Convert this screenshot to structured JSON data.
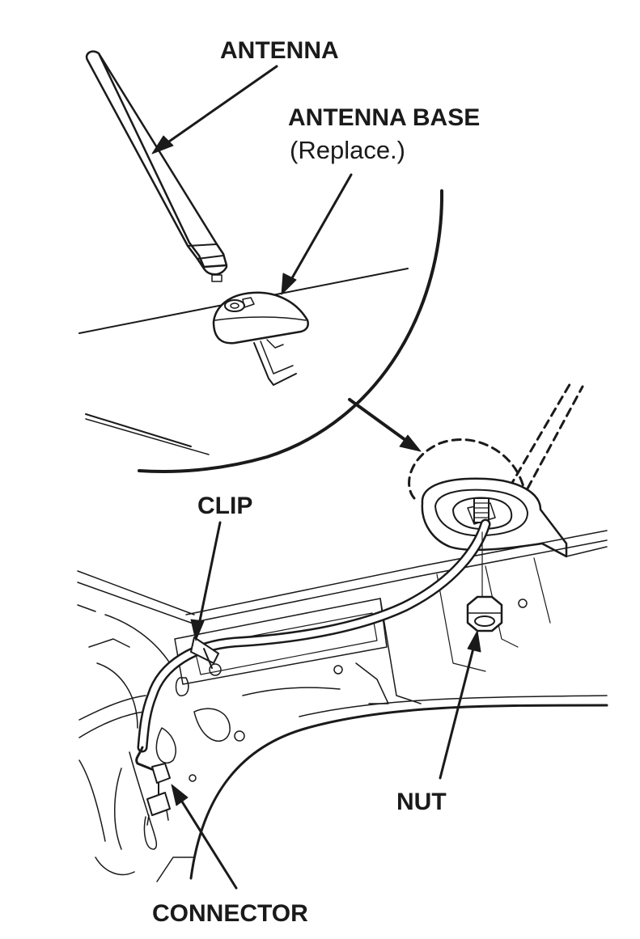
{
  "labels": {
    "antenna": "ANTENNA",
    "antenna_base": "ANTENNA BASE",
    "antenna_base_note": "(Replace.)",
    "clip": "CLIP",
    "nut": "NUT",
    "connector": "CONNECTOR"
  },
  "colors": {
    "line": "#1a1a1a",
    "background": "#ffffff"
  }
}
